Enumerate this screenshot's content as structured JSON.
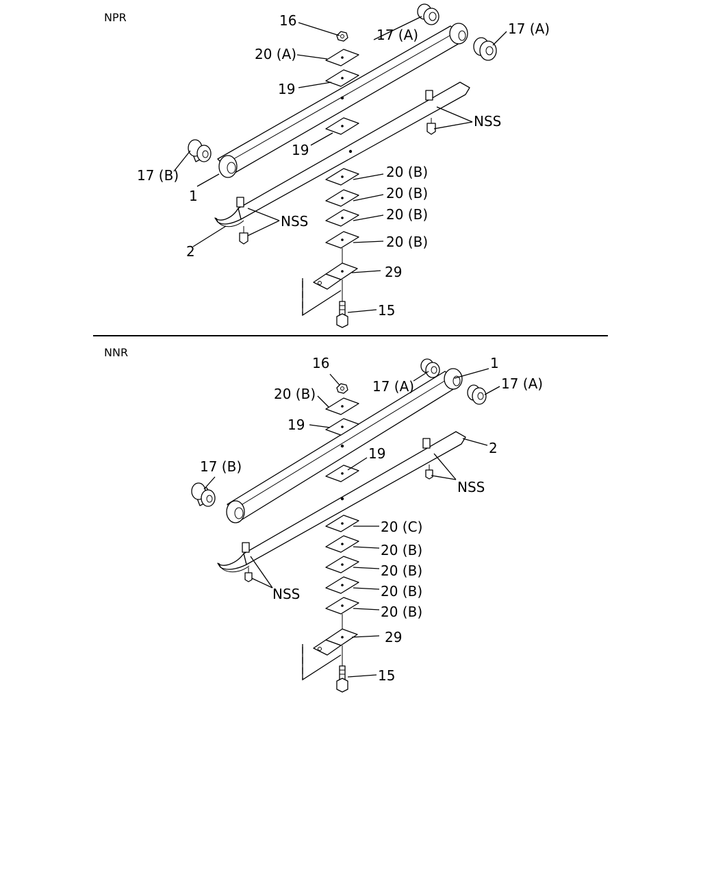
{
  "sections": [
    {
      "title": "NPR",
      "labels": {
        "p16": "16",
        "p20a": "20 (A)",
        "p19_top": "19",
        "p17a_left": "17 (A)",
        "p17a_right": "17 (A)",
        "p19_mid": "19",
        "nss_right": "NSS",
        "p17b": "17 (B)",
        "p1": "1",
        "p2": "2",
        "nss_left": "NSS",
        "p20b_1": "20 (B)",
        "p20b_2": "20 (B)",
        "p20b_3": "20 (B)",
        "p20b_4": "20 (B)",
        "p29": "29",
        "p15": "15"
      }
    },
    {
      "title": "NNR",
      "labels": {
        "p16": "16",
        "p20b_top": "20 (B)",
        "p19_top": "19",
        "p17a_left": "17 (A)",
        "p1": "1",
        "p17a_right": "17 (A)",
        "p19_mid": "19",
        "p2": "2",
        "p17b": "17 (B)",
        "nss_right": "NSS",
        "nss_left": "NSS",
        "p20c": "20 (C)",
        "p20b_1": "20 (B)",
        "p20b_2": "20 (B)",
        "p20b_3": "20 (B)",
        "p20b_4": "20 (B)",
        "p29": "29",
        "p15": "15"
      }
    }
  ]
}
